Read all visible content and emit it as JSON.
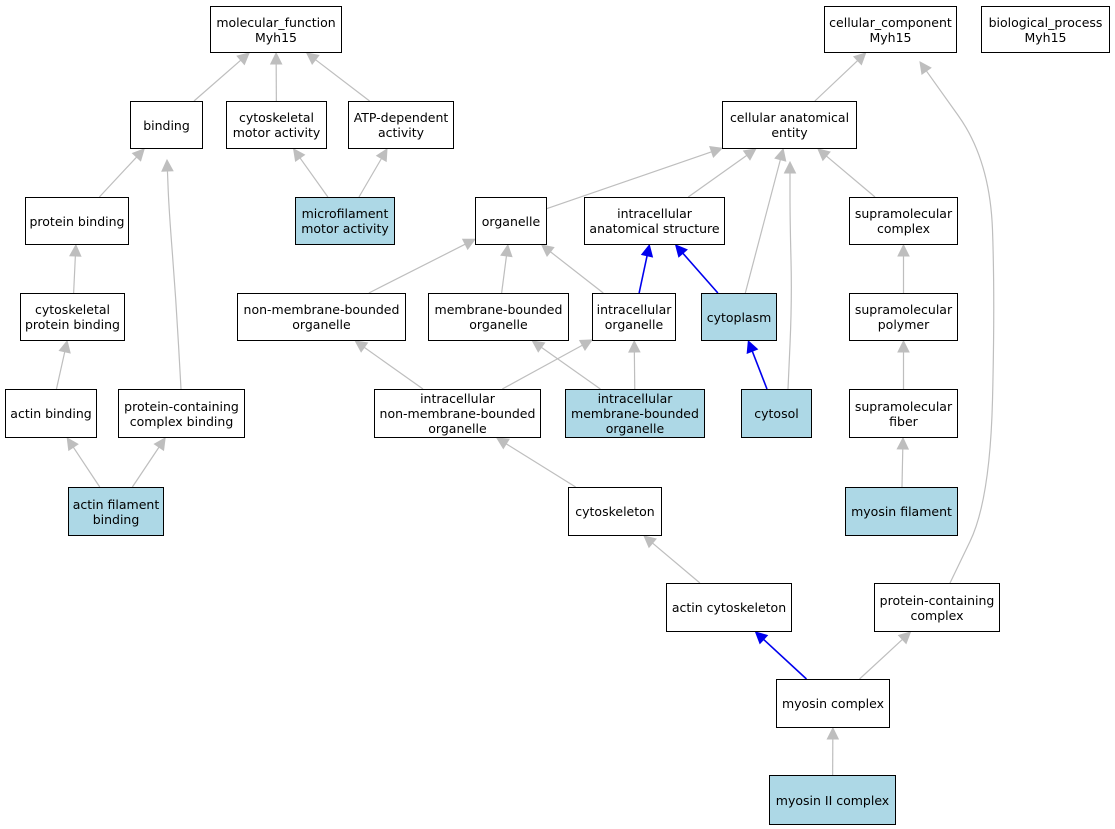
{
  "colors": {
    "highlight_fill": "#add8e6",
    "edge_gray": "#bebebe",
    "edge_blue": "#0000ee",
    "border": "#000000"
  },
  "nodes": {
    "mf": {
      "label": "molecular_function\nMyh15",
      "highlight": false
    },
    "cc": {
      "label": "cellular_component\nMyh15",
      "highlight": false
    },
    "bp": {
      "label": "biological_process\nMyh15",
      "highlight": false
    },
    "binding": {
      "label": "binding",
      "highlight": false
    },
    "cma": {
      "label": "cytoskeletal\nmotor activity",
      "highlight": false
    },
    "atp": {
      "label": "ATP-dependent\nactivity",
      "highlight": false
    },
    "cae": {
      "label": "cellular anatomical\nentity",
      "highlight": false
    },
    "pb": {
      "label": "protein binding",
      "highlight": false
    },
    "mma": {
      "label": "microfilament\nmotor activity",
      "highlight": true
    },
    "org": {
      "label": "organelle",
      "highlight": false
    },
    "ias": {
      "label": "intracellular\nanatomical structure",
      "highlight": false
    },
    "smc": {
      "label": "supramolecular\ncomplex",
      "highlight": false
    },
    "cpb": {
      "label": "cytoskeletal\nprotein binding",
      "highlight": false
    },
    "nmbo": {
      "label": "non-membrane-bounded\norganelle",
      "highlight": false
    },
    "mbo": {
      "label": "membrane-bounded\norganelle",
      "highlight": false
    },
    "io": {
      "label": "intracellular\norganelle",
      "highlight": false
    },
    "cyto": {
      "label": "cytoplasm",
      "highlight": true
    },
    "smp": {
      "label": "supramolecular\npolymer",
      "highlight": false
    },
    "ab": {
      "label": "actin binding",
      "highlight": false
    },
    "pccb": {
      "label": "protein-containing\ncomplex binding",
      "highlight": false
    },
    "inmbo": {
      "label": "intracellular\nnon-membrane-bounded\norganelle",
      "highlight": false
    },
    "imbo": {
      "label": "intracellular\nmembrane-bounded\norganelle",
      "highlight": true
    },
    "cytosol": {
      "label": "cytosol",
      "highlight": true
    },
    "smf": {
      "label": "supramolecular\nfiber",
      "highlight": false
    },
    "afb": {
      "label": "actin filament\nbinding",
      "highlight": true
    },
    "csk": {
      "label": "cytoskeleton",
      "highlight": false
    },
    "myf": {
      "label": "myosin filament",
      "highlight": true
    },
    "acsk": {
      "label": "actin cytoskeleton",
      "highlight": false
    },
    "pcc": {
      "label": "protein-containing\ncomplex",
      "highlight": false
    },
    "myc": {
      "label": "myosin complex",
      "highlight": false
    },
    "my2": {
      "label": "myosin II complex",
      "highlight": true
    }
  },
  "edges": [
    {
      "from": "binding",
      "to": "mf",
      "kind": "gray"
    },
    {
      "from": "cma",
      "to": "mf",
      "kind": "gray"
    },
    {
      "from": "atp",
      "to": "mf",
      "kind": "gray"
    },
    {
      "from": "pb",
      "to": "binding",
      "kind": "gray"
    },
    {
      "from": "pccb",
      "to": "binding",
      "kind": "gray"
    },
    {
      "from": "mma",
      "to": "cma",
      "kind": "gray"
    },
    {
      "from": "mma",
      "to": "atp",
      "kind": "gray"
    },
    {
      "from": "cpb",
      "to": "pb",
      "kind": "gray"
    },
    {
      "from": "ab",
      "to": "cpb",
      "kind": "gray"
    },
    {
      "from": "afb",
      "to": "ab",
      "kind": "gray"
    },
    {
      "from": "afb",
      "to": "pccb",
      "kind": "gray"
    },
    {
      "from": "cae",
      "to": "cc",
      "kind": "gray"
    },
    {
      "from": "pcc",
      "to": "cc",
      "kind": "gray"
    },
    {
      "from": "org",
      "to": "cae",
      "kind": "gray"
    },
    {
      "from": "ias",
      "to": "cae",
      "kind": "gray"
    },
    {
      "from": "cyto",
      "to": "cae",
      "kind": "gray"
    },
    {
      "from": "cytosol",
      "to": "cae",
      "kind": "gray"
    },
    {
      "from": "smc",
      "to": "cae",
      "kind": "gray"
    },
    {
      "from": "nmbo",
      "to": "org",
      "kind": "gray"
    },
    {
      "from": "mbo",
      "to": "org",
      "kind": "gray"
    },
    {
      "from": "io",
      "to": "org",
      "kind": "gray"
    },
    {
      "from": "io",
      "to": "ias",
      "kind": "blue"
    },
    {
      "from": "cyto",
      "to": "ias",
      "kind": "blue"
    },
    {
      "from": "cytosol",
      "to": "cyto",
      "kind": "blue"
    },
    {
      "from": "smp",
      "to": "smc",
      "kind": "gray"
    },
    {
      "from": "smf",
      "to": "smp",
      "kind": "gray"
    },
    {
      "from": "myf",
      "to": "smf",
      "kind": "gray"
    },
    {
      "from": "inmbo",
      "to": "nmbo",
      "kind": "gray"
    },
    {
      "from": "inmbo",
      "to": "io",
      "kind": "gray"
    },
    {
      "from": "imbo",
      "to": "mbo",
      "kind": "gray"
    },
    {
      "from": "imbo",
      "to": "io",
      "kind": "gray"
    },
    {
      "from": "csk",
      "to": "inmbo",
      "kind": "gray"
    },
    {
      "from": "acsk",
      "to": "csk",
      "kind": "gray"
    },
    {
      "from": "myc",
      "to": "acsk",
      "kind": "blue"
    },
    {
      "from": "myc",
      "to": "pcc",
      "kind": "gray"
    },
    {
      "from": "my2",
      "to": "myc",
      "kind": "gray"
    }
  ]
}
